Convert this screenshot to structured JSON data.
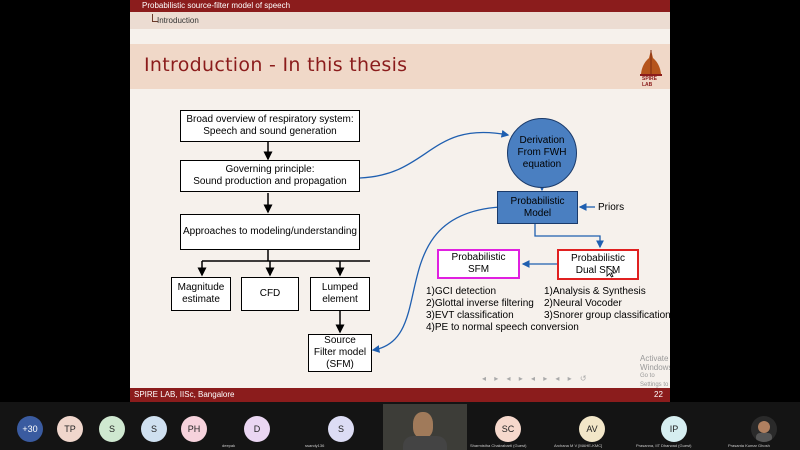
{
  "slide": {
    "header_title": "Probabilistic source-filter model of speech",
    "header_section": "Introduction",
    "title": "Introduction - In this thesis",
    "logo_text": "SPIRE LAB",
    "footer_left": "SPIRE LAB, IISc, Bangalore",
    "page_number": "22",
    "nav_symbols": "◂ ▸ ◂ ▸ ◂ ▸ ◂ ▸ ↺",
    "watermark_title": "Activate Windows",
    "watermark_sub": "Go to Settings to activate Windows."
  },
  "diagram": {
    "box1": "Broad overview of respiratory system:\nSpeech and sound generation",
    "box2": "Governing principle:\nSound production and propagation",
    "box3": "Approaches to modeling/understanding",
    "box_mag": "Magnitude\nestimate",
    "box_cfd": "CFD",
    "box_lumped": "Lumped\nelement",
    "box_sfm": "Source\nFilter model\n(SFM)",
    "circle": "Derivation\nFrom FWH\nequation",
    "prob_model": "Probabilistic\nModel",
    "priors": "Priors",
    "prob_sfm": "Probabilistic\nSFM",
    "prob_dual": "Probabilistic\nDual SFM",
    "left_list": [
      "1)GCI detection",
      "2)Glottal inverse filtering",
      "3)EVT classification",
      "4)PE to normal speech conversion"
    ],
    "right_list": [
      "1)Analysis & Synthesis",
      "2)Neural Vocoder",
      "3)Snorer group classification"
    ]
  },
  "participants": [
    {
      "initials": "+30",
      "color": "#3a5ba0",
      "name": ""
    },
    {
      "initials": "TP",
      "color": "#f0d6cc",
      "name": ""
    },
    {
      "initials": "S",
      "color": "#cfe8d0",
      "name": ""
    },
    {
      "initials": "S",
      "color": "#cfe0f0",
      "name": ""
    },
    {
      "initials": "PH",
      "color": "#f6d2dc",
      "name": ""
    },
    {
      "initials": "D",
      "color": "#ead6f2",
      "name": "deepak"
    },
    {
      "initials": "S",
      "color": "#dcdcf4",
      "name": "ssandy136"
    },
    {
      "initials": "SC",
      "color": "#f6d8cc",
      "name": "Sharmistha Chakrabarti (Guest)"
    },
    {
      "initials": "AV",
      "color": "#f2e6c8",
      "name": "Archana M V [MAHE-KMC]"
    },
    {
      "initials": "IP",
      "color": "#d6eef0",
      "name": "Prasanna, IIT Dharwad (Guest)"
    },
    {
      "initials": "",
      "color": "#2a2a2a",
      "name": "Prasanta Kumar Ghosh"
    }
  ]
}
